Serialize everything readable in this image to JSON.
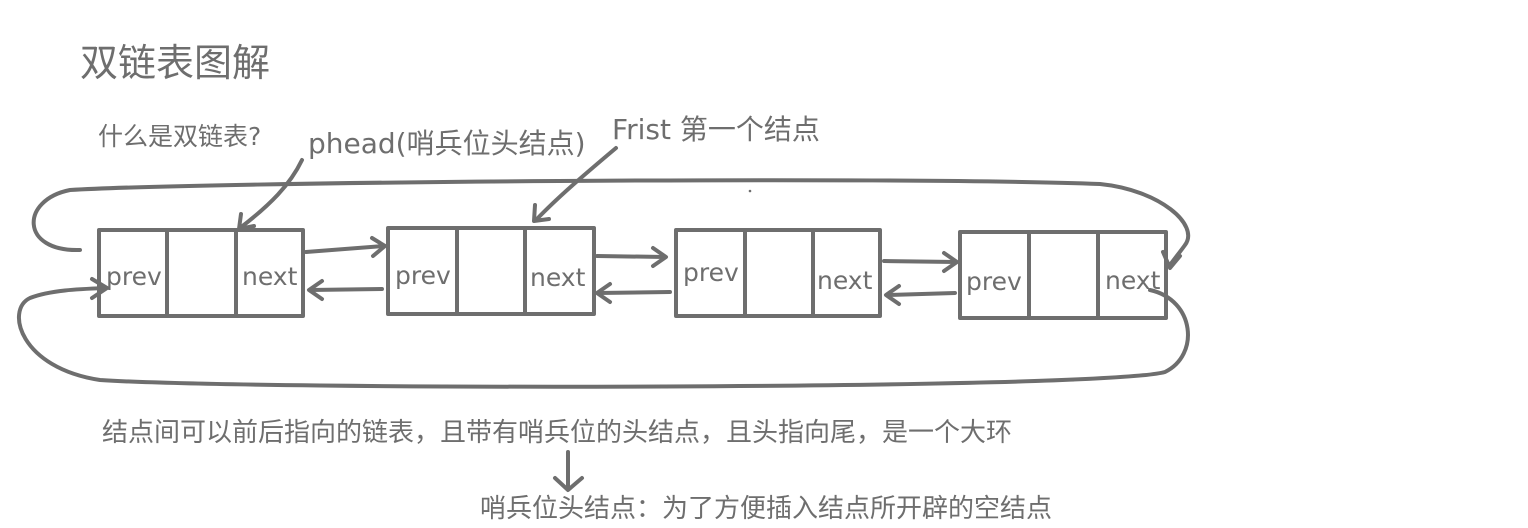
{
  "title": "双链表图解",
  "question": "什么是双链表?",
  "labels": {
    "head": "phead(哨兵位头结点)",
    "first": "Frist 第一个结点"
  },
  "nodes": [
    {
      "prev": "prev",
      "data": "",
      "next": "next"
    },
    {
      "prev": "prev",
      "data": "",
      "next": "next"
    },
    {
      "prev": "prev",
      "data": "",
      "next": "next"
    },
    {
      "prev": "prev",
      "data": "",
      "next": "next"
    }
  ],
  "description": "结点间可以前后指向的链表，且带有哨兵位的头结点，且头指向尾，是一个大环",
  "note": "哨兵位头结点：为了方便插入结点所开辟的空结点",
  "colors": {
    "stroke": "#6e6e6e",
    "text": "#6e6e6e",
    "background": "#ffffff"
  }
}
